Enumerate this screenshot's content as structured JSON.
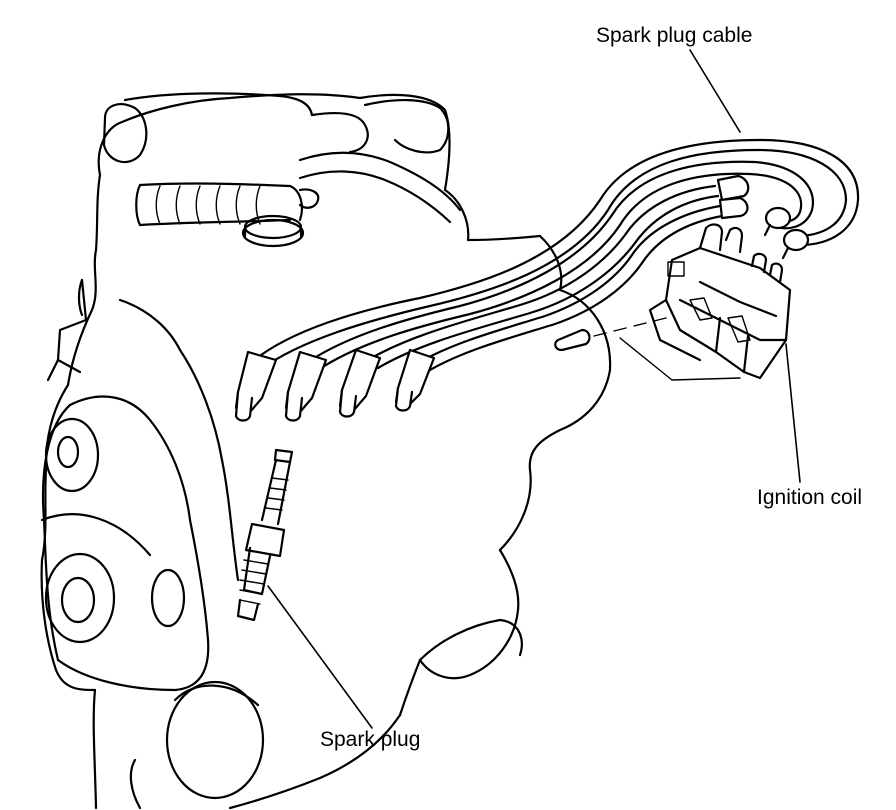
{
  "labels": {
    "spark_plug_cable": "Spark plug cable",
    "ignition_coil": "Ignition coil",
    "spark_plug": "Spark plug"
  },
  "colors": {
    "ink": "#000000",
    "paper": "#ffffff"
  }
}
